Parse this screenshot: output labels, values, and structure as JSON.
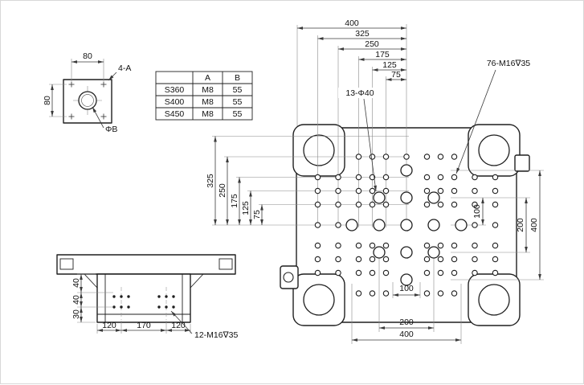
{
  "colors": {
    "line": "#1f1f1f",
    "dimension": "#3a3a3a",
    "background": "#ffffff"
  },
  "detail_view": {
    "view_label": "4-A",
    "dim_top": "80",
    "dim_left": "80",
    "hole_label": "ΦB"
  },
  "spec_table": {
    "col_a": "A",
    "col_b": "B",
    "rows": [
      [
        "S360",
        "M8",
        "55"
      ],
      [
        "S400",
        "M8",
        "55"
      ],
      [
        "S450",
        "M8",
        "55"
      ]
    ]
  },
  "main_view": {
    "top_dims": [
      "400",
      "325",
      "250",
      "175",
      "125",
      "75"
    ],
    "left_dims": [
      "325",
      "250",
      "175",
      "125",
      "75"
    ],
    "right_dims": [
      "100",
      "200",
      "400"
    ],
    "bottom_dims": [
      "100",
      "200",
      "400"
    ],
    "callout_bore": "13-Φ40",
    "callout_thread": "76-M16∇35"
  },
  "side_view": {
    "left_dims": [
      "40",
      "40",
      "30"
    ],
    "bottom_dims": [
      "120",
      "170",
      "120"
    ],
    "callout_thread": "12-M16∇35"
  }
}
